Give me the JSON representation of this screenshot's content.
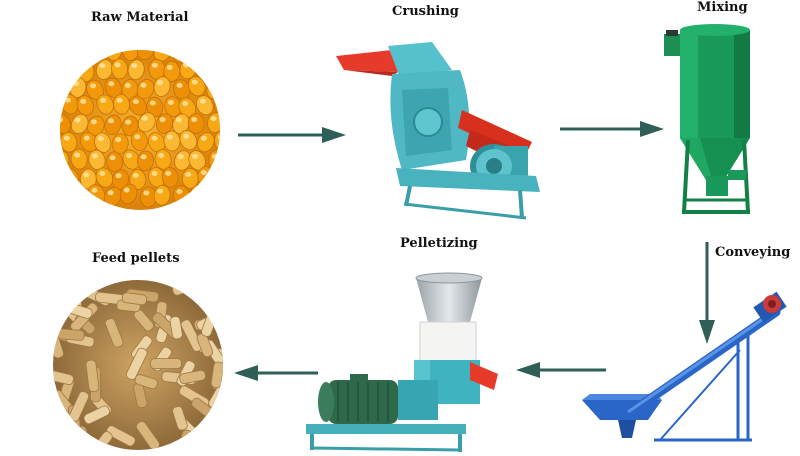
{
  "steps": {
    "raw_material": "Raw Material",
    "crushing": "Crushing",
    "mixing": "Mixing",
    "conveying": "Conveying",
    "pelletizing": "Pelletizing",
    "feed_pellets": "Feed pellets"
  },
  "colors": {
    "arrow": "#2f5f56",
    "machine_teal": "#4fb8c4",
    "mixer_green": "#1a9a5a",
    "conveyor_blue": "#2a66c8",
    "hopper_red": "#e63a2a",
    "motor_green": "#2e6a4a",
    "corn": "#f2a118",
    "pellet": "#d9b77c"
  }
}
